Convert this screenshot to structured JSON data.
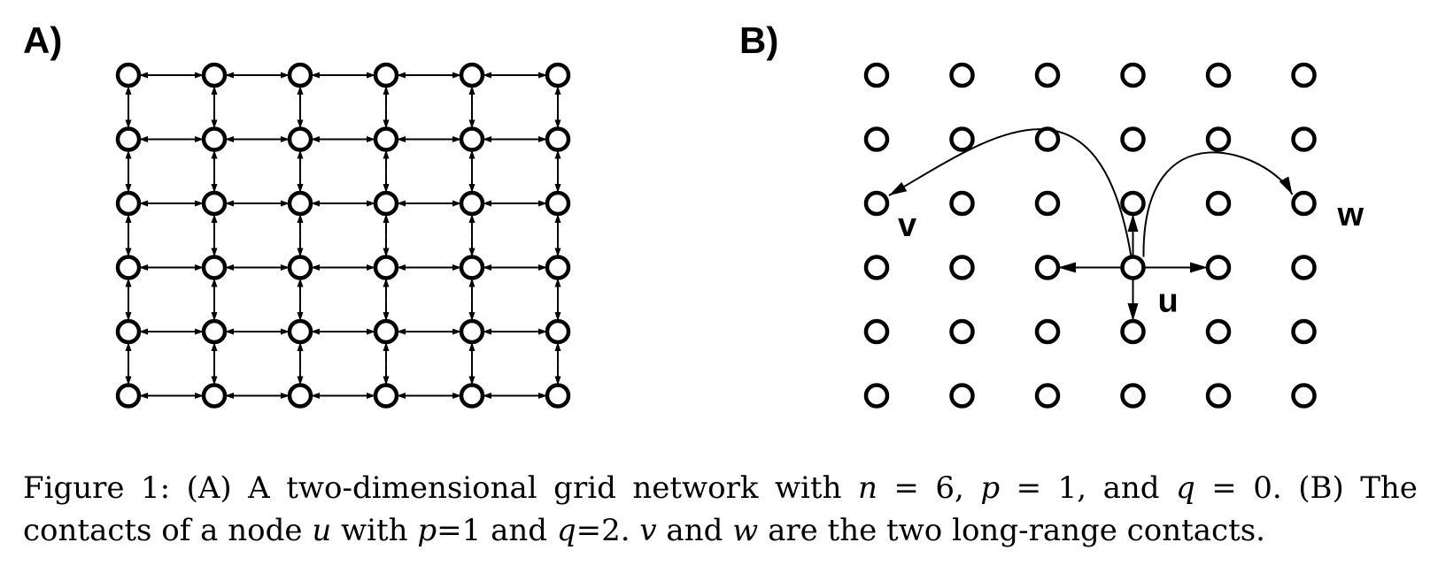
{
  "panels": {
    "a": {
      "label": "A)",
      "grid_size": 6,
      "edges": "bidirectional nearest-neighbor"
    },
    "b": {
      "label": "B)",
      "grid_size": 6,
      "center_node": {
        "label": "u",
        "row": 3,
        "col": 3
      },
      "short_range_contacts": [
        {
          "row": 2,
          "col": 3
        },
        {
          "row": 4,
          "col": 3
        },
        {
          "row": 3,
          "col": 2
        },
        {
          "row": 3,
          "col": 4
        }
      ],
      "long_range_contacts": [
        {
          "label": "v",
          "row": 2,
          "col": 0
        },
        {
          "label": "w",
          "row": 2,
          "col": 5
        }
      ]
    }
  },
  "caption": {
    "fig": "Figure 1:",
    "p1": "(A) A two-dimensional grid network with",
    "n": "n",
    "eq": "=",
    "n_val": "6,",
    "p": "p",
    "p_val1": "1,",
    "and1": "and",
    "q": "q",
    "q_val1": "0.",
    "p2": "(B) The",
    "p3": "contacts of a node",
    "u": "u",
    "with": "with",
    "p_val2": "1",
    "and2": "and",
    "q_val2": "2.",
    "v": "v",
    "and3": "and",
    "w": "w",
    "p4": "are the two long-range contacts."
  },
  "colors": {
    "stroke": "#000000",
    "node_fill": "#ffffff"
  }
}
